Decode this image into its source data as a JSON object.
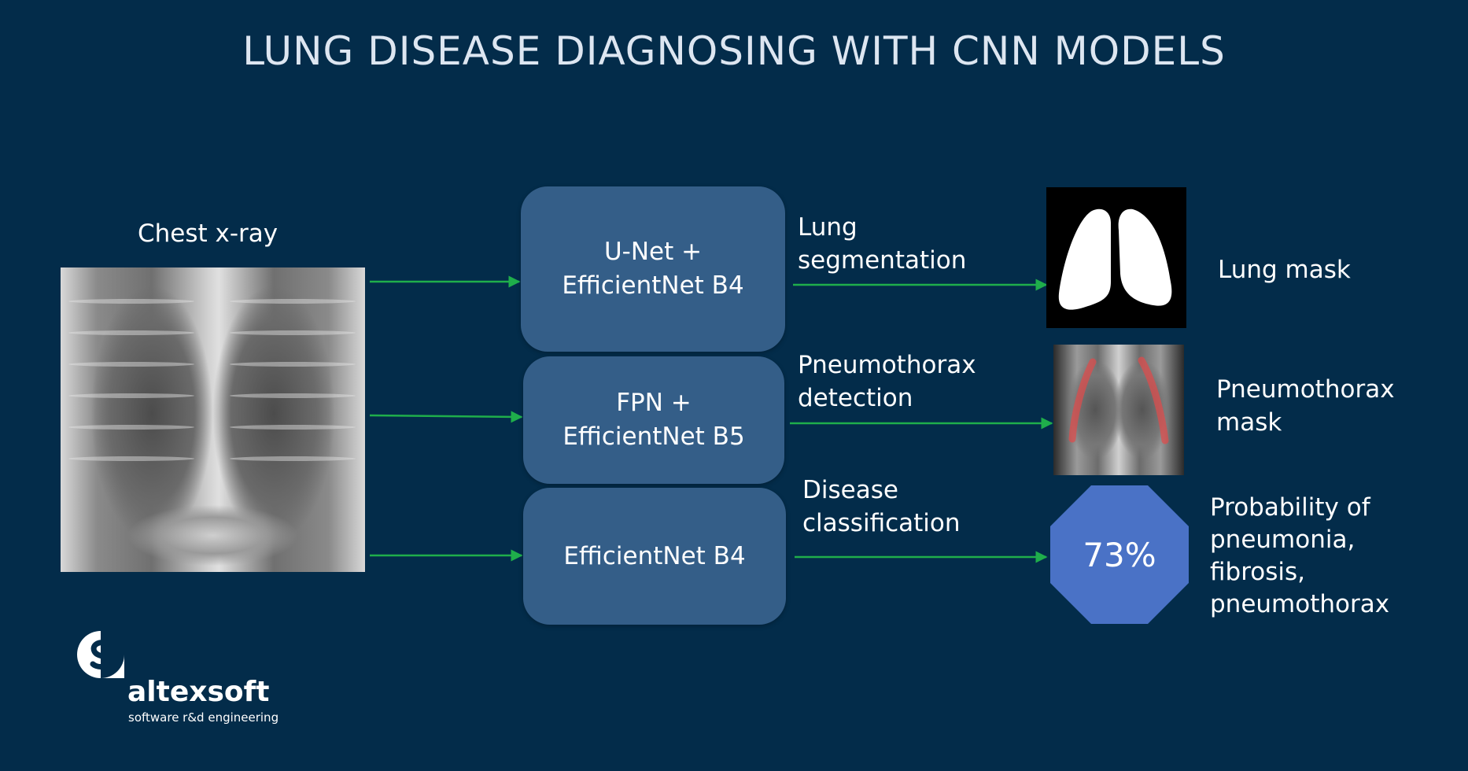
{
  "title": "LUNG DISEASE DIAGNOSING WITH CNN MODELS",
  "input_label": "Chest x-ray",
  "models": [
    {
      "line1": "U-Net +",
      "line2": "EfficientNet B4"
    },
    {
      "line1": "FPN +",
      "line2": "EfficientNet B5"
    },
    {
      "line1": "EfficientNet B4",
      "line2": ""
    }
  ],
  "tasks": [
    {
      "line1": "Lung",
      "line2": "segmentation"
    },
    {
      "line1": "Pneumothorax",
      "line2": "detection"
    },
    {
      "line1": "Disease",
      "line2": "classification"
    }
  ],
  "outputs": [
    {
      "line1": "Lung mask",
      "line2": ""
    },
    {
      "line1": "Pneumothorax",
      "line2": "mask"
    },
    {
      "line1": "Probability of",
      "line2": "pneumonia,",
      "line3": "fibrosis,",
      "line4": "pneumothorax"
    }
  ],
  "probability": "73%",
  "brand": {
    "name": "altexsoft",
    "tagline": "software r&d engineering"
  },
  "colors": {
    "background": "#032c4a",
    "box": "#345e88",
    "arrow": "#1fae4b",
    "octagon": "#4a72c6",
    "mask_overlay": "#e24a4a"
  }
}
